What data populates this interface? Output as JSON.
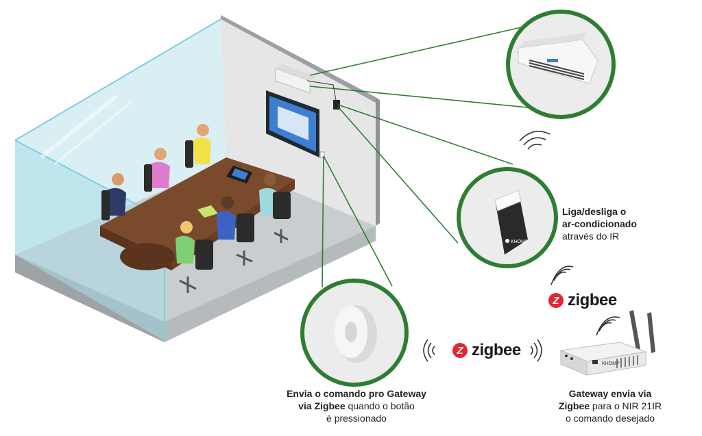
{
  "brand": {
    "zigbee": "zigbee",
    "zigbee_mark": "Z",
    "khomp": "KHOMP",
    "colors": {
      "green": "#2f7d32",
      "zigbee_red": "#e3262f",
      "glass": "#a9dde8"
    }
  },
  "captions": {
    "ir": {
      "line1": "Liga/desliga o",
      "line2": "ar-condicionado",
      "line3": "através do IR"
    },
    "button": {
      "line1": "Envia o comando pro Gateway",
      "line2_bold": "via Zigbee",
      "line2_rest": " quando o botão",
      "line3": "é pressionado"
    },
    "gateway": {
      "line1": "Gateway envia via",
      "line2_bold": "Zigbee",
      "line2_rest": " para o NIR 21IR",
      "line3": "o comando desejado"
    }
  }
}
